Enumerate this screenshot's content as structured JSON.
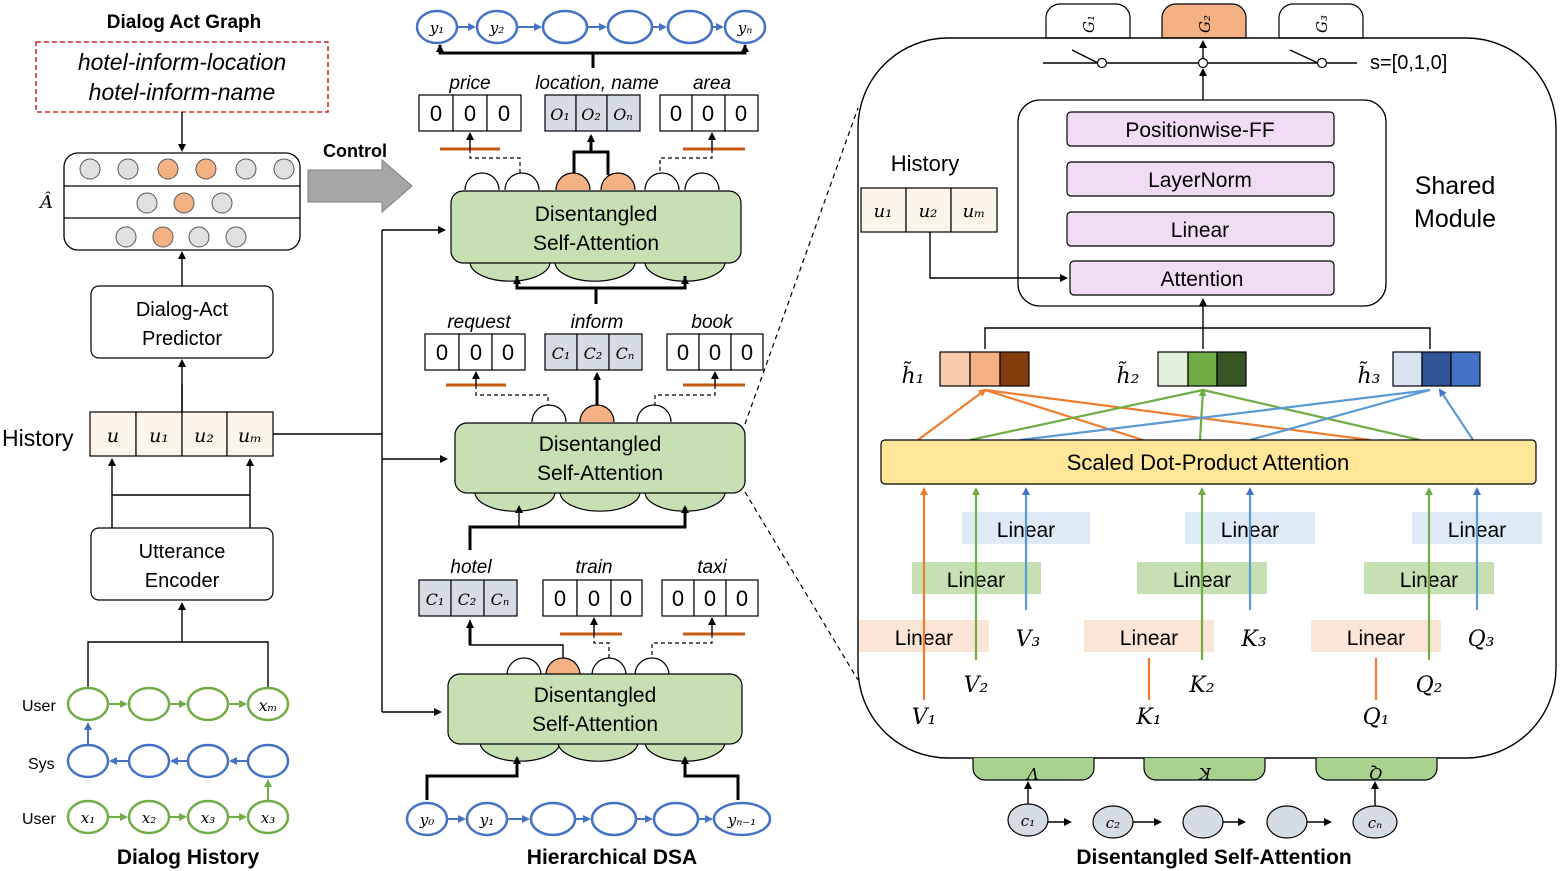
{
  "left": {
    "dag_title": "Dialog Act Graph",
    "dag_acts": [
      "hotel-inform-location",
      "hotel-inform-name"
    ],
    "a_hat": "Â",
    "control_label": "Control",
    "predictor_label": [
      "Dialog-Act",
      "Predictor"
    ],
    "history_label": "History",
    "history_cells": [
      "u",
      "u₁",
      "u₂",
      "uₘ"
    ],
    "encoder_label": [
      "Utterance",
      "Encoder"
    ],
    "row_labels": [
      "User",
      "Sys",
      "User"
    ],
    "top_user_last": "xₘ",
    "bottom_user": [
      "x₁",
      "x₂",
      "x₃",
      "x₃"
    ],
    "caption": "Dialog History"
  },
  "middle": {
    "output_tokens": [
      "y₁",
      "y₂",
      "yₙ"
    ],
    "top_labels": [
      "price",
      "location, name",
      "area"
    ],
    "top_cells_slot": [
      "O₁",
      "O₂",
      "Oₙ"
    ],
    "mid_labels": [
      "request",
      "inform",
      "book"
    ],
    "mid_cells_slot": [
      "C₁",
      "C₂",
      "Cₙ"
    ],
    "bot_labels": [
      "hotel",
      "train",
      "taxi"
    ],
    "bot_cells_slot": [
      "C₁",
      "C₂",
      "Cₙ"
    ],
    "zeros": [
      "0",
      "0",
      "0"
    ],
    "dsa_label": [
      "Disentangled",
      "Self-Attention"
    ],
    "input_tokens": [
      "y₀",
      "y₁",
      "yₙ₋₁"
    ],
    "caption": "Hierarchical DSA"
  },
  "right": {
    "gates": [
      "G₁",
      "G₂",
      "G₃"
    ],
    "switch_label": "s=[0,1,0]",
    "shared_module": [
      "Shared",
      "Module"
    ],
    "stack": [
      "Positionwise-FF",
      "LayerNorm",
      "Linear",
      "Attention"
    ],
    "history_label": "History",
    "history_cells": [
      "u₁",
      "u₂",
      "uₘ"
    ],
    "h_labels": [
      "h̃₁",
      "h̃₂",
      "h̃₃"
    ],
    "sdpa_label": "Scaled Dot-Product  Attention",
    "linear": "Linear",
    "vkq_inputs": [
      "V₃",
      "V₂",
      "V₁",
      "K₃",
      "K₂",
      "K₁",
      "Q₃",
      "Q₂",
      "Q₁"
    ],
    "tabs": [
      "V",
      "K",
      "Q"
    ],
    "context_tokens": [
      "c₁",
      "c₂",
      "cₙ"
    ],
    "caption": "Disentangled Self-Attention"
  },
  "colors": {
    "orange": "#f4b183",
    "green": "#70ad47",
    "blue": "#4472c4",
    "dsa_green": "#c6e0b4",
    "sdpa_yellow": "#ffe699",
    "pink": "#f2dcf5",
    "dash_red": "#c00000"
  }
}
